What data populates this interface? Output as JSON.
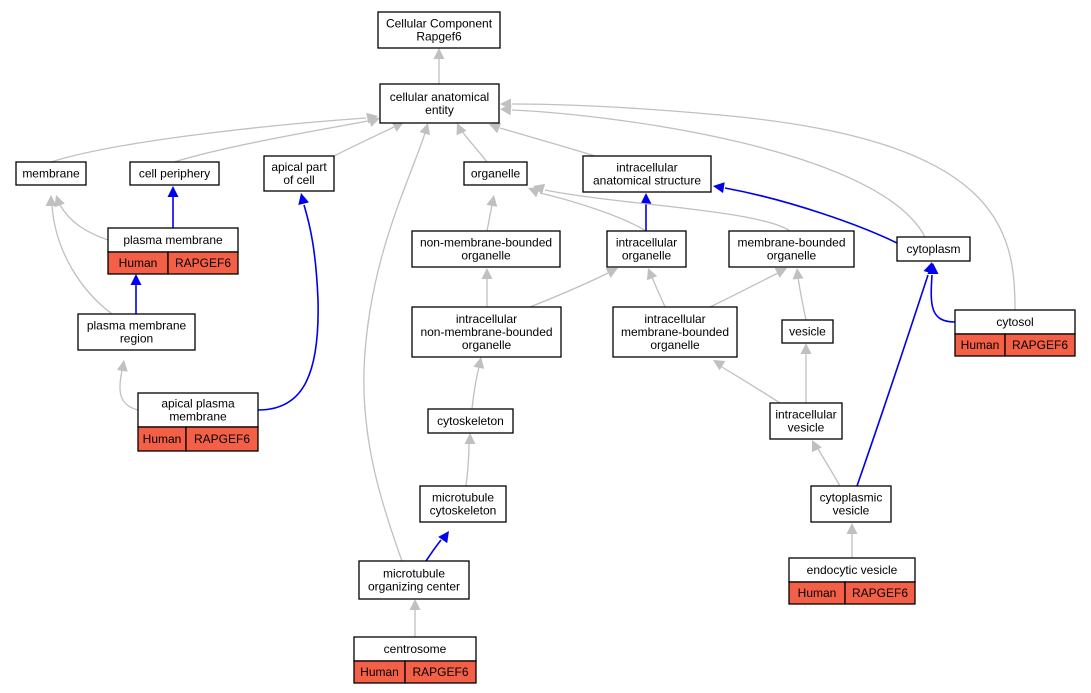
{
  "nodes": {
    "root": {
      "lines": [
        "Cellular Component",
        "Rapgef6"
      ]
    },
    "cae": {
      "lines": [
        "cellular anatomical",
        "entity"
      ]
    },
    "membrane": {
      "lines": [
        "membrane"
      ]
    },
    "cell_periphery": {
      "lines": [
        "cell periphery"
      ]
    },
    "apical_part": {
      "lines": [
        "apical part",
        "of cell"
      ]
    },
    "organelle": {
      "lines": [
        "organelle"
      ]
    },
    "intracellular_as": {
      "lines": [
        "intracellular",
        "anatomical structure"
      ]
    },
    "plasma_membrane": {
      "lines": [
        "plasma membrane"
      ],
      "annotation": [
        "Human",
        "RAPGEF6"
      ]
    },
    "nmbo": {
      "lines": [
        "non-membrane-bounded",
        "organelle"
      ]
    },
    "intracellular_org": {
      "lines": [
        "intracellular",
        "organelle"
      ]
    },
    "mbo": {
      "lines": [
        "membrane-bounded",
        "organelle"
      ]
    },
    "cytoplasm": {
      "lines": [
        "cytoplasm"
      ]
    },
    "pm_region": {
      "lines": [
        "plasma membrane",
        "region"
      ]
    },
    "cytosol": {
      "lines": [
        "cytosol"
      ],
      "annotation": [
        "Human",
        "RAPGEF6"
      ]
    },
    "inmbo": {
      "lines": [
        "intracellular",
        "non-membrane-bounded",
        "organelle"
      ]
    },
    "imbo": {
      "lines": [
        "intracellular",
        "membrane-bounded",
        "organelle"
      ]
    },
    "vesicle": {
      "lines": [
        "vesicle"
      ]
    },
    "apical_pm": {
      "lines": [
        "apical plasma",
        "membrane"
      ],
      "annotation": [
        "Human",
        "RAPGEF6"
      ]
    },
    "cytoskeleton": {
      "lines": [
        "cytoskeleton"
      ]
    },
    "intracellular_vesicle": {
      "lines": [
        "intracellular",
        "vesicle"
      ]
    },
    "mt_cytoskeleton": {
      "lines": [
        "microtubule",
        "cytoskeleton"
      ]
    },
    "cytoplasmic_vesicle": {
      "lines": [
        "cytoplasmic",
        "vesicle"
      ]
    },
    "mtoc": {
      "lines": [
        "microtubule",
        "organizing center"
      ]
    },
    "endocytic_vesicle": {
      "lines": [
        "endocytic vesicle"
      ],
      "annotation": [
        "Human",
        "RAPGEF6"
      ]
    },
    "centrosome": {
      "lines": [
        "centrosome"
      ],
      "annotation": [
        "Human",
        "RAPGEF6"
      ]
    }
  },
  "edges": [
    {
      "from": "cae",
      "to": "root",
      "type": "is_a"
    },
    {
      "from": "membrane",
      "to": "cae",
      "type": "is_a"
    },
    {
      "from": "cell_periphery",
      "to": "cae",
      "type": "is_a"
    },
    {
      "from": "apical_part",
      "to": "cae",
      "type": "is_a"
    },
    {
      "from": "organelle",
      "to": "cae",
      "type": "is_a"
    },
    {
      "from": "intracellular_as",
      "to": "cae",
      "type": "is_a"
    },
    {
      "from": "cytoplasm",
      "to": "cae",
      "type": "is_a"
    },
    {
      "from": "cytosol",
      "to": "cae",
      "type": "is_a"
    },
    {
      "from": "mtoc",
      "to": "cae",
      "type": "is_a"
    },
    {
      "from": "plasma_membrane",
      "to": "membrane",
      "type": "is_a"
    },
    {
      "from": "plasma_membrane",
      "to": "cell_periphery",
      "type": "part_of"
    },
    {
      "from": "pm_region",
      "to": "membrane",
      "type": "is_a"
    },
    {
      "from": "pm_region",
      "to": "plasma_membrane",
      "type": "part_of"
    },
    {
      "from": "apical_pm",
      "to": "pm_region",
      "type": "is_a"
    },
    {
      "from": "apical_pm",
      "to": "apical_part",
      "type": "part_of"
    },
    {
      "from": "nmbo",
      "to": "organelle",
      "type": "is_a"
    },
    {
      "from": "intracellular_org",
      "to": "organelle",
      "type": "is_a"
    },
    {
      "from": "intracellular_org",
      "to": "intracellular_as",
      "type": "part_of"
    },
    {
      "from": "mbo",
      "to": "organelle",
      "type": "is_a"
    },
    {
      "from": "cytoplasm",
      "to": "intracellular_as",
      "type": "part_of"
    },
    {
      "from": "cytosol",
      "to": "cytoplasm",
      "type": "part_of"
    },
    {
      "from": "inmbo",
      "to": "nmbo",
      "type": "is_a"
    },
    {
      "from": "inmbo",
      "to": "intracellular_org",
      "type": "is_a"
    },
    {
      "from": "imbo",
      "to": "intracellular_org",
      "type": "is_a"
    },
    {
      "from": "imbo",
      "to": "mbo",
      "type": "is_a"
    },
    {
      "from": "vesicle",
      "to": "mbo",
      "type": "is_a"
    },
    {
      "from": "cytoskeleton",
      "to": "inmbo",
      "type": "is_a"
    },
    {
      "from": "intracellular_vesicle",
      "to": "imbo",
      "type": "is_a"
    },
    {
      "from": "intracellular_vesicle",
      "to": "vesicle",
      "type": "is_a"
    },
    {
      "from": "mt_cytoskeleton",
      "to": "cytoskeleton",
      "type": "is_a"
    },
    {
      "from": "cytoplasmic_vesicle",
      "to": "intracellular_vesicle",
      "type": "is_a"
    },
    {
      "from": "cytoplasmic_vesicle",
      "to": "cytoplasm",
      "type": "part_of"
    },
    {
      "from": "mtoc",
      "to": "mt_cytoskeleton",
      "type": "part_of"
    },
    {
      "from": "endocytic_vesicle",
      "to": "cytoplasmic_vesicle",
      "type": "is_a"
    },
    {
      "from": "centrosome",
      "to": "mtoc",
      "type": "is_a"
    }
  ],
  "colors": {
    "is_a_edge": "#c0c0c0",
    "part_of_edge": "#0000ee",
    "annotation_fill": "#f46047",
    "node_fill": "#ffffff",
    "node_stroke": "#000000"
  }
}
